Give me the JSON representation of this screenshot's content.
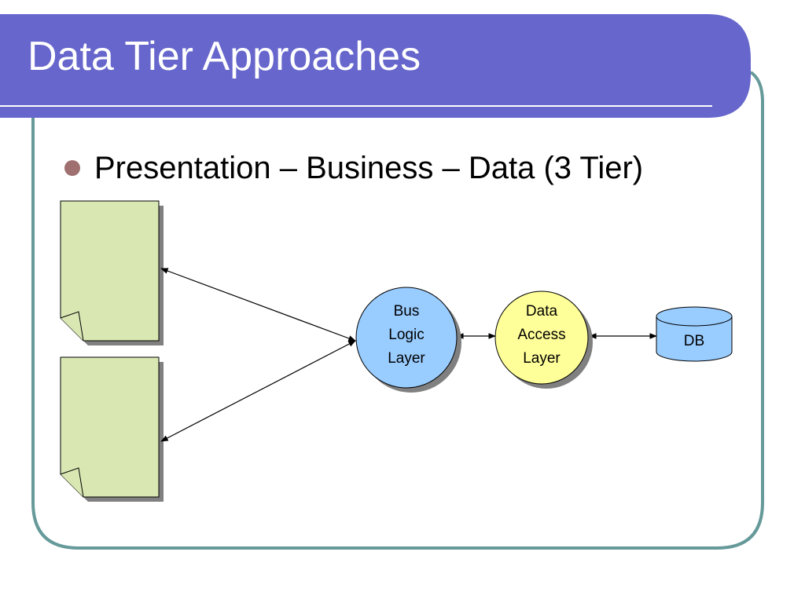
{
  "slide": {
    "title": "Data Tier Approaches",
    "bullet": "Presentation – Business – Data (3 Tier)"
  },
  "diagram": {
    "nodes": {
      "bus_logic": {
        "lines": [
          "Bus",
          "Logic",
          "Layer"
        ],
        "fill": "#99ccff"
      },
      "data_access": {
        "lines": [
          "Data",
          "Access",
          "Layer"
        ],
        "fill": "#ffff99"
      },
      "db": {
        "label": "DB",
        "fill": "#99ccff"
      }
    },
    "documents": [
      {
        "name": "presentation-page-1",
        "fill": "#d9e8b3"
      },
      {
        "name": "presentation-page-2",
        "fill": "#d9e8b3"
      }
    ]
  },
  "colors": {
    "title_bar": "#6666cc",
    "frame_border": "#669999",
    "bullet": "#a07070"
  }
}
